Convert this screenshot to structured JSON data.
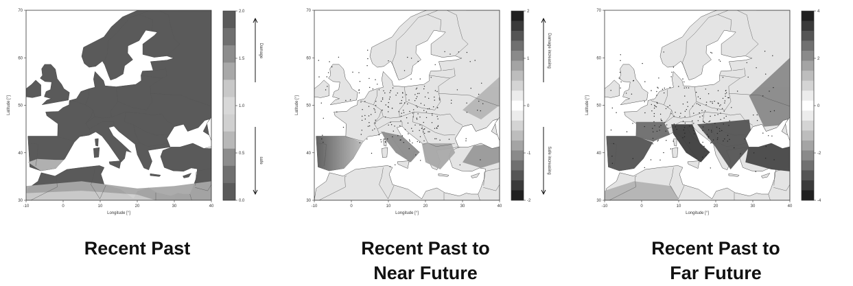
{
  "maps": [
    {
      "id": "recent-past",
      "caption": [
        "Recent Past"
      ],
      "xlabel": "Longitude [°]",
      "ylabel": "Latitude [°]",
      "xticks": [
        "-10",
        "0",
        "10",
        "20",
        "30",
        "40"
      ],
      "yticks": [
        "30",
        "40",
        "50",
        "60",
        "70"
      ],
      "colorbar_ticks": [
        "0.0",
        "0.5",
        "1.0",
        "1.5",
        "2.0"
      ],
      "arrow_up_label": "Damage",
      "arrow_down_label": "safe",
      "scheme": "damage"
    },
    {
      "id": "near-future",
      "caption": [
        "Recent Past to",
        "Near Future"
      ],
      "xlabel": "Longitude [°]",
      "ylabel": "Latitude [°]",
      "xticks": [
        "-10",
        "0",
        "10",
        "20",
        "30",
        "40"
      ],
      "yticks": [
        "30",
        "40",
        "50",
        "60",
        "70"
      ],
      "colorbar_ticks": [
        "2",
        "1",
        "0",
        "-1",
        "-2"
      ],
      "arrow_up_label": "Damage increasing",
      "arrow_down_label": "Safe increasing",
      "scheme": "change-near"
    },
    {
      "id": "far-future",
      "caption": [
        "Recent Past to",
        "Far Future"
      ],
      "xlabel": "Longitude [°]",
      "ylabel": "Latitude [°]",
      "xticks": [
        "-10",
        "0",
        "10",
        "20",
        "30",
        "40"
      ],
      "yticks": [
        "30",
        "40",
        "50",
        "60",
        "70"
      ],
      "colorbar_ticks": [
        "4",
        "2",
        "0",
        "-2",
        "-4"
      ],
      "arrow_up_label": "",
      "arrow_down_label": "",
      "scheme": "change-far"
    }
  ],
  "colors": {
    "damage_dark": "#5a5a5a",
    "light_gray": "#d8d8d8",
    "mid_gray": "#9a9a9a",
    "sea": "#ffffff",
    "land_light": "#e4e4e4"
  }
}
